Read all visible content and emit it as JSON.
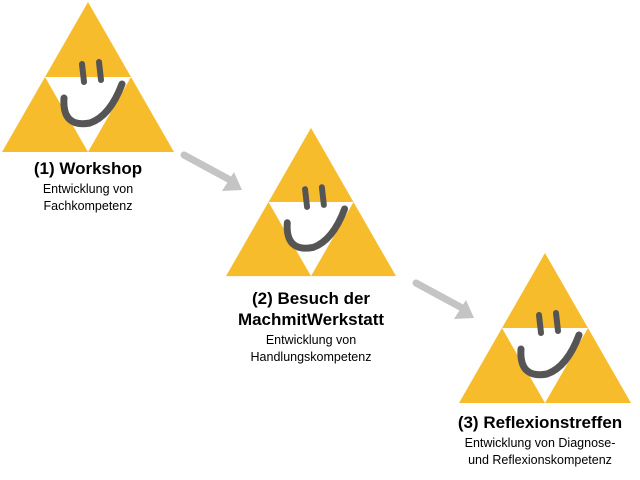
{
  "colors": {
    "triangle": "#F7BC2C",
    "inner_triangle": "#FFFFFF",
    "smile": "#555555",
    "arrow": "#C4C4C4",
    "text": "#000000"
  },
  "icons": {
    "step_icon": "smiley-triforce-icon",
    "connector": "diagonal-arrow-icon"
  },
  "steps": [
    {
      "title_lines": [
        "(1) Workshop"
      ],
      "subtitle_lines": [
        "Entwicklung von",
        "Fachkompetenz"
      ]
    },
    {
      "title_lines": [
        "(2) Besuch der",
        "MachmitWerkstatt"
      ],
      "subtitle_lines": [
        "Entwicklung von",
        "Handlungskompetenz"
      ]
    },
    {
      "title_lines": [
        "(3) Reflexionstreffen"
      ],
      "subtitle_lines": [
        "Entwicklung von Diagnose-",
        "und Reflexionskompetenz"
      ]
    }
  ]
}
